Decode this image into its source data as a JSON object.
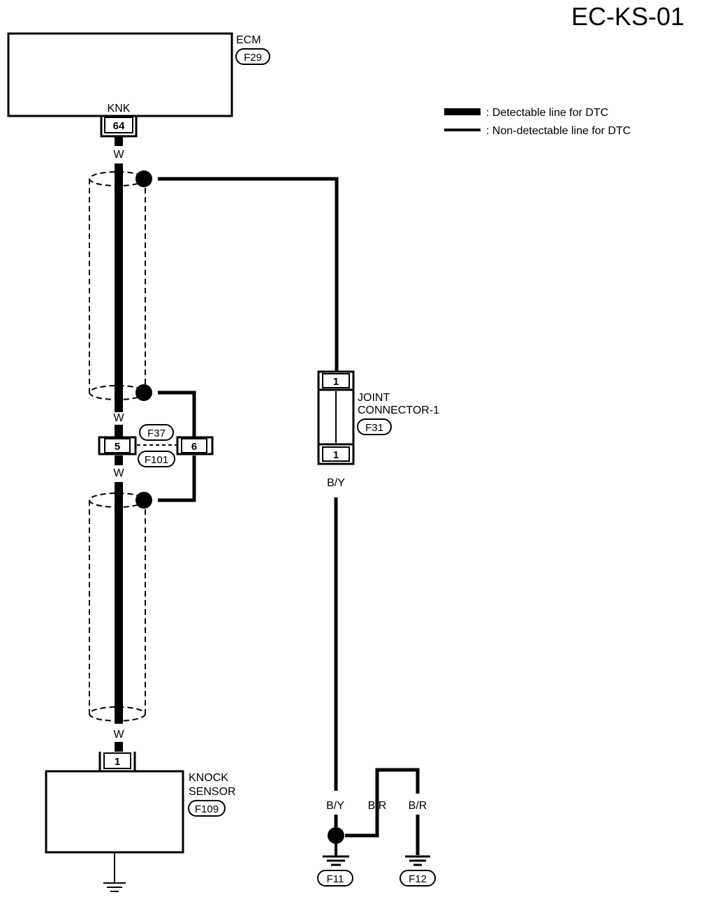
{
  "page_id": "EC-KS-01",
  "legend": {
    "detectable": ": Detectable line for DTC",
    "non_detectable": ": Non-detectable line for DTC"
  },
  "ecm": {
    "name": "ECM",
    "connector": "F29",
    "terminal_name": "KNK",
    "terminal_no": "64"
  },
  "wires": {
    "w1": "W",
    "w2": "W",
    "w3": "W",
    "w4": "W",
    "by_top": "B/Y",
    "by_bottom": "B/Y",
    "br_left": "B/R",
    "br_right": "B/R"
  },
  "intermediate": {
    "connector_a": "F37",
    "connector_b": "F101",
    "pin_left": "5",
    "pin_right": "6"
  },
  "joint": {
    "name_line1": "JOINT",
    "name_line2": "CONNECTOR-1",
    "connector": "F31",
    "pin_top": "1",
    "pin_bottom": "1"
  },
  "knock_sensor": {
    "name_line1": "KNOCK",
    "name_line2": "SENSOR",
    "connector": "F109",
    "pin": "1"
  },
  "grounds": {
    "left": "F11",
    "right": "F12"
  }
}
